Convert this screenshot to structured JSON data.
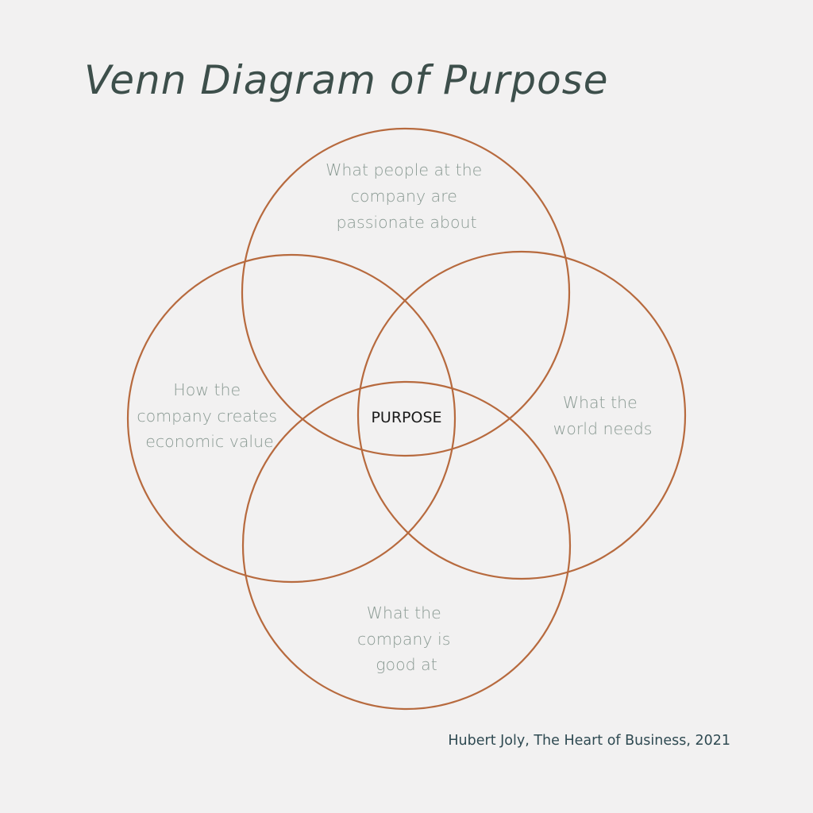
{
  "title": "Venn Diagram of Purpose",
  "center_label": "PURPOSE",
  "circles": [
    {
      "id": "top",
      "lines": [
        "What people at the",
        "company are",
        "passionate about"
      ]
    },
    {
      "id": "left",
      "lines": [
        "How the",
        "company creates",
        "economic value"
      ]
    },
    {
      "id": "right",
      "lines": [
        "What the",
        "world needs"
      ]
    },
    {
      "id": "bottom",
      "lines": [
        "What the",
        "company is",
        "good at"
      ]
    }
  ],
  "citation": "Hubert Joly, The Heart of Business, 2021",
  "colors": {
    "background": "#f2f1f1",
    "circle_stroke": "#b76a3e",
    "label_text": "#8a9a93",
    "title_text": "#3d4f4b",
    "center_text": "#1a1a1a"
  }
}
